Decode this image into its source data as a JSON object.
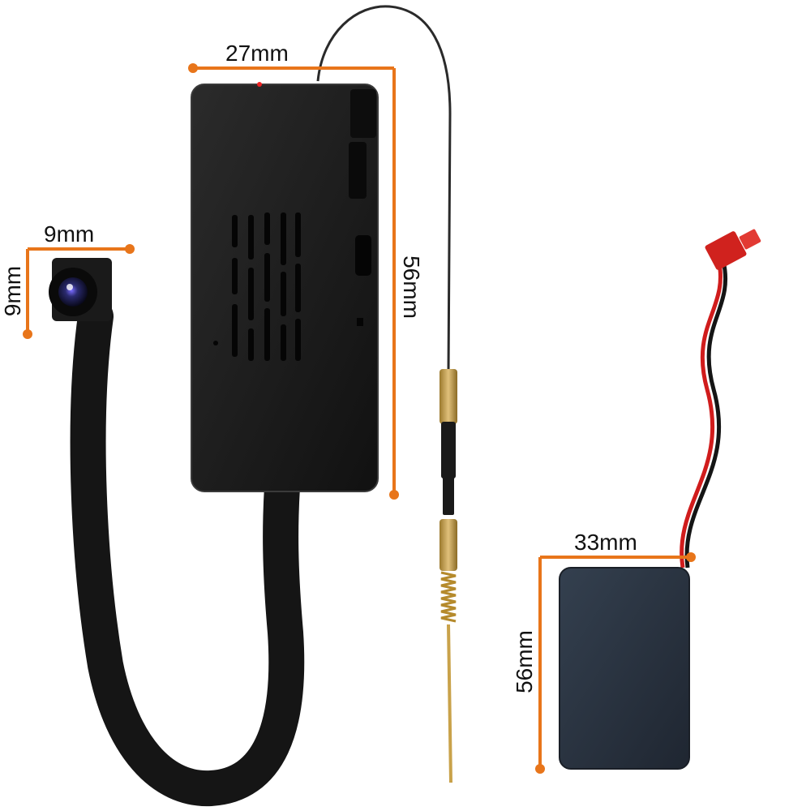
{
  "dimensions": {
    "module_width": "27mm",
    "module_height": "56mm",
    "camera_width": "9mm",
    "camera_height": "9mm",
    "battery_width": "33mm",
    "battery_height": "56mm"
  },
  "colors": {
    "accent": "#e8751a",
    "device": "#1b1b1b",
    "battery": "#2a3240",
    "wire_red": "#d01c1c",
    "antenna_gold": "#c9a24a"
  }
}
